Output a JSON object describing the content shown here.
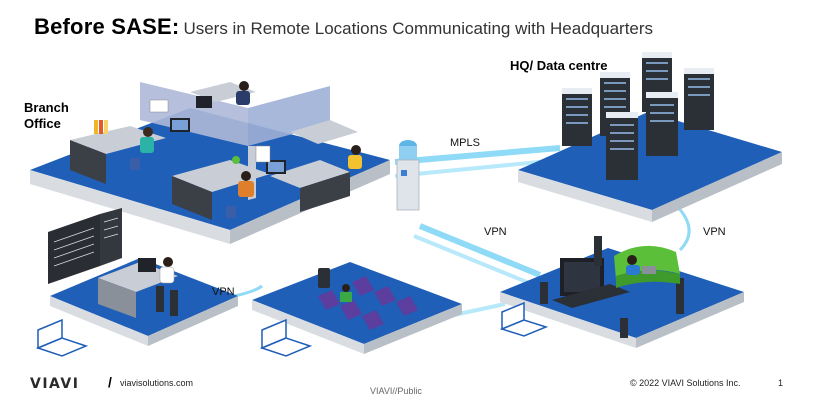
{
  "title": {
    "bold": "Before SASE:",
    "rest": "Users in Remote Locations Communicating with Headquarters"
  },
  "labels": {
    "branch_line1": "Branch",
    "branch_line2": "Office",
    "hq": "HQ/ Data centre",
    "mpls": "MPLS",
    "vpn_center": "VPN",
    "vpn_right": "VPN",
    "vpn_left": "VPN"
  },
  "footer": {
    "logo": "VIAVI",
    "slash": "/",
    "site": "viavisolutions.com",
    "classification": "VIAVI//Public",
    "copyright": "© 2022 VIAVI Solutions Inc.",
    "page": "1"
  },
  "colors": {
    "platform_blue": "#1f5fb8",
    "platform_side": "#cfd4da",
    "link_cyan": "#7fd3f3",
    "server_dark": "#2b2f36"
  }
}
